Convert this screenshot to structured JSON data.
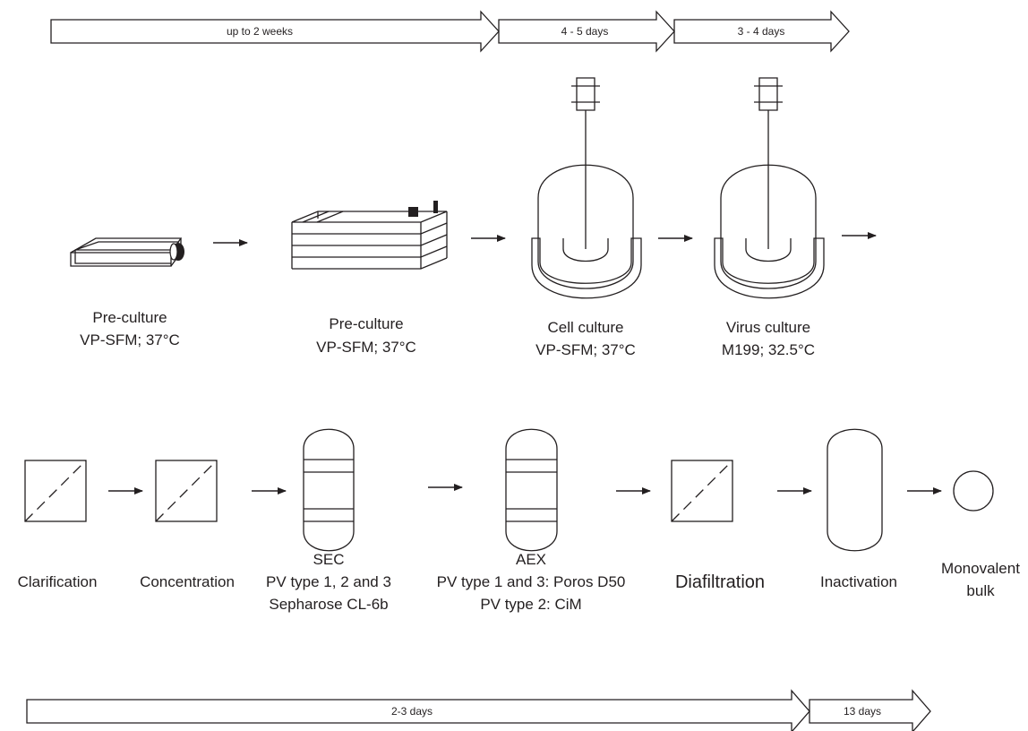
{
  "timeline_upstream": [
    {
      "label": "up to 2 weeks"
    },
    {
      "label": "4 - 5 days"
    },
    {
      "label": "3 - 4 days"
    }
  ],
  "upstream_steps": [
    {
      "title": "Pre-culture",
      "detail": "VP-SFM; 37°C"
    },
    {
      "title": "Pre-culture",
      "detail": "VP-SFM; 37°C"
    },
    {
      "title": "Cell culture",
      "detail": "VP-SFM; 37°C"
    },
    {
      "title": "Virus culture",
      "detail": "M199; 32.5°C"
    }
  ],
  "downstream_steps": [
    {
      "lines": [
        "Clarification"
      ]
    },
    {
      "lines": [
        "Concentration"
      ]
    },
    {
      "lines": [
        "SEC",
        "PV type 1, 2 and 3",
        "Sepharose CL-6b"
      ]
    },
    {
      "lines": [
        "AEX",
        "PV type 1 and 3: Poros D50",
        "PV type 2: CiM"
      ]
    },
    {
      "lines": [
        "Diafiltration"
      ]
    },
    {
      "lines": [
        "Inactivation"
      ]
    },
    {
      "lines": [
        "Monovalent",
        "bulk"
      ]
    }
  ],
  "timeline_downstream": [
    {
      "label": "2-3 days"
    },
    {
      "label": "13 days"
    }
  ]
}
